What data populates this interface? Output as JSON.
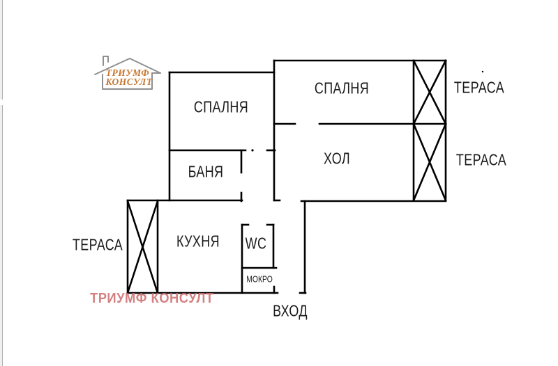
{
  "page": {
    "background": "#ffffff"
  },
  "logo": {
    "line1": "ТРИУМФ",
    "line2": "КОНСУЛТ",
    "text_color": "#c7762f",
    "house_color": "#8f8f8f"
  },
  "watermark": {
    "text": "ТРИУМФ КОНСУЛТ",
    "color": "#cd6c6c"
  },
  "rooms": {
    "spalnya_left": "СПАЛНЯ",
    "spalnya_right": "СПАЛНЯ",
    "terasa_right_top": "ТЕРАСА",
    "terasa_right_bottom": "ТЕРАСА",
    "hol": "ХОЛ",
    "banya": "БАНЯ",
    "kuhnya": "КУХНЯ",
    "wc": "WC",
    "mokro": "МОКРО",
    "terasa_left": "ТЕРАСА",
    "vhod": "ВХОД"
  },
  "plan": {
    "wall_color": "#000000",
    "wall_width": 2.6,
    "walls": [
      [
        243,
        104,
        393,
        104
      ],
      [
        393,
        87,
        639,
        87
      ],
      [
        393,
        178,
        423,
        178
      ],
      [
        458,
        178,
        639,
        178
      ],
      [
        243,
        216,
        352,
        216
      ],
      [
        383,
        216,
        394,
        216
      ],
      [
        183,
        288,
        347,
        288
      ],
      [
        393,
        288,
        401,
        288
      ],
      [
        432,
        289,
        639,
        289
      ],
      [
        183,
        421,
        398,
        421
      ],
      [
        430,
        421,
        438,
        421
      ],
      [
        347,
        385,
        396,
        385
      ],
      [
        347,
        323,
        356,
        323
      ],
      [
        383,
        323,
        392,
        323
      ],
      [
        243,
        104,
        243,
        288
      ],
      [
        393,
        87,
        393,
        288
      ],
      [
        346,
        216,
        346,
        248
      ],
      [
        346,
        277,
        346,
        289
      ],
      [
        347,
        323,
        347,
        421
      ],
      [
        392,
        323,
        392,
        385
      ],
      [
        393,
        412,
        393,
        421
      ],
      [
        437,
        289,
        437,
        421
      ],
      [
        593,
        87,
        593,
        288
      ],
      [
        639,
        87,
        639,
        288
      ],
      [
        183,
        288,
        183,
        421
      ],
      [
        226,
        288,
        226,
        421
      ],
      [
        593,
        87,
        639,
        178
      ],
      [
        639,
        87,
        593,
        178
      ],
      [
        593,
        178,
        639,
        288
      ],
      [
        639,
        178,
        593,
        288
      ],
      [
        183,
        289,
        226,
        421
      ],
      [
        226,
        289,
        183,
        421
      ]
    ],
    "dots": [
      [
        362,
        216,
        1.6
      ],
      [
        692,
        103,
        1.2
      ]
    ]
  }
}
